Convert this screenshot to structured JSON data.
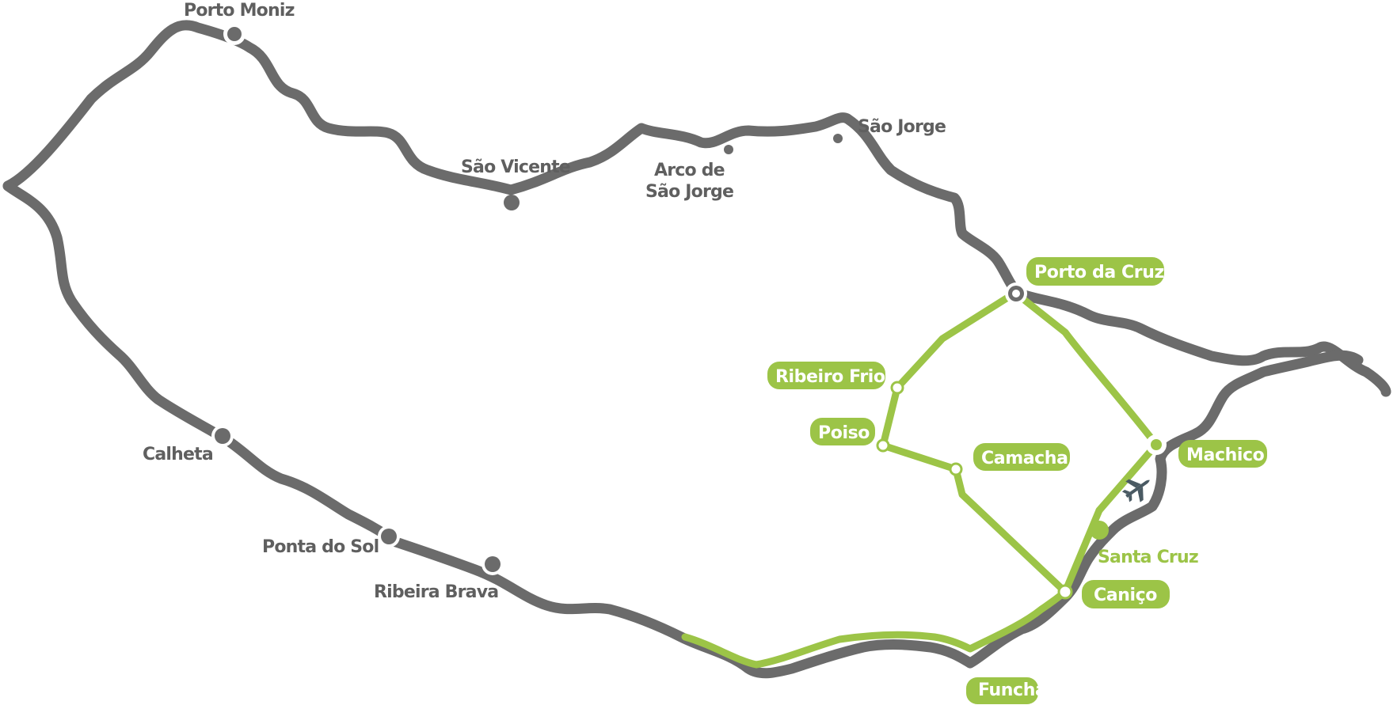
{
  "colors": {
    "coast_road": "#6b6b6b",
    "route": "#9cc447",
    "label_gray": "#5f5f5f",
    "label_white": "#ffffff",
    "airport": "#4a5a63"
  },
  "gray_places": {
    "porto_moniz": "Porto Moniz",
    "sao_vicente": "São Vicente",
    "arco_line1": "Arco de",
    "arco_line2": "São Jorge",
    "sao_jorge": "São Jorge",
    "calheta": "Calheta",
    "ponta_do_sol": "Ponta do Sol",
    "ribeira_brava": "Ribeira Brava"
  },
  "green_places": {
    "porto_da_cruz": "Porto da Cruz",
    "ribeiro_frio": "Ribeiro Frio",
    "poiso": "Poiso",
    "camacha": "Camacha",
    "machico": "Machico",
    "santa_cruz": "Santa Cruz",
    "canico": "Caniço",
    "funchal": "Funchal"
  },
  "icons": {
    "airport": "airplane-icon"
  }
}
